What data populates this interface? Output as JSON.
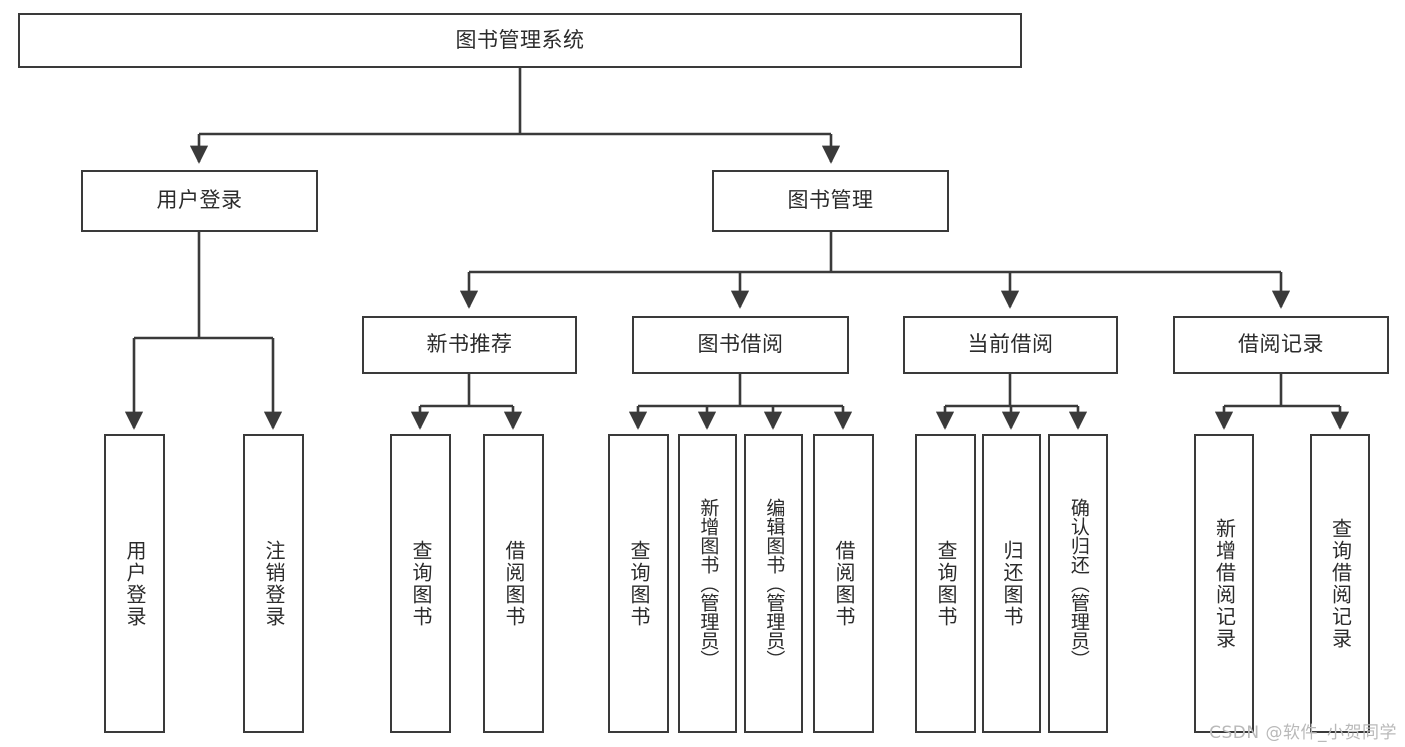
{
  "diagram": {
    "title": "图书管理系统",
    "type": "function-structure-tree",
    "line_color": "#3a3a3a",
    "box_fill": "#ffffff",
    "text_color": "#2b2b2b",
    "watermark": "CSDN @软件_小贺同学"
  },
  "nodes": {
    "root": {
      "label": "图书管理系统"
    },
    "level2": [
      {
        "label": "用户登录"
      },
      {
        "label": "图书管理"
      }
    ],
    "level3": [
      {
        "label": "新书推荐"
      },
      {
        "label": "图书借阅"
      },
      {
        "label": "当前借阅"
      },
      {
        "label": "借阅记录"
      }
    ],
    "leaves_user_login": [
      {
        "label": "用户登录"
      },
      {
        "label": "注销登录"
      }
    ],
    "leaves_new_book": [
      {
        "label": "查询图书"
      },
      {
        "label": "借阅图书"
      }
    ],
    "leaves_borrow": [
      {
        "label": "查询图书"
      },
      {
        "label": "新增图书（管理员）"
      },
      {
        "label": "编辑图书（管理员）"
      },
      {
        "label": "借阅图书"
      }
    ],
    "leaves_current": [
      {
        "label": "查询图书"
      },
      {
        "label": "归还图书"
      },
      {
        "label": "确认归还（管理员）"
      }
    ],
    "leaves_records": [
      {
        "label": "新增借阅记录"
      },
      {
        "label": "查询借阅记录"
      }
    ]
  }
}
